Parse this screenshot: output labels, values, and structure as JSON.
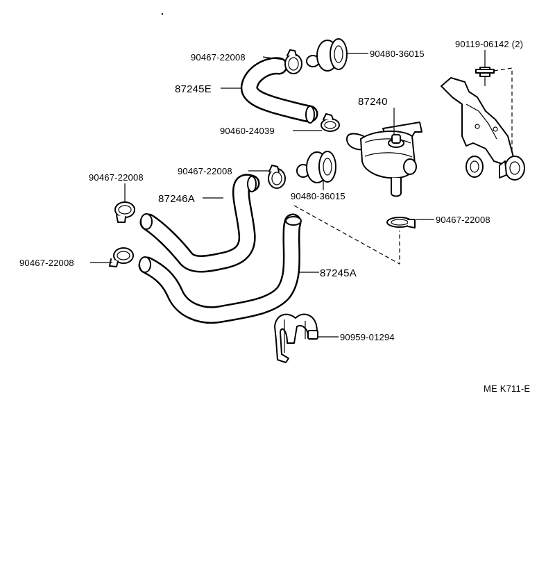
{
  "labels": {
    "p_90467_22008_a": "90467-22008",
    "p_90480_36015_a": "90480-36015",
    "p_90119_06142": "90119-06142 (2)",
    "p_87245E": "87245E",
    "p_87240": "87240",
    "p_90460_24039": "90460-24039",
    "p_90467_22008_b": "90467-22008",
    "p_90467_22008_c": "90467-22008",
    "p_87246A": "87246A",
    "p_90480_36015_b": "90480-36015",
    "p_90467_22008_d": "90467-22008",
    "p_90467_22008_e": "90467-22008",
    "p_87245A": "87245A",
    "p_90959_01294": "90959-01294",
    "diagram_code": "ME K711-E"
  }
}
